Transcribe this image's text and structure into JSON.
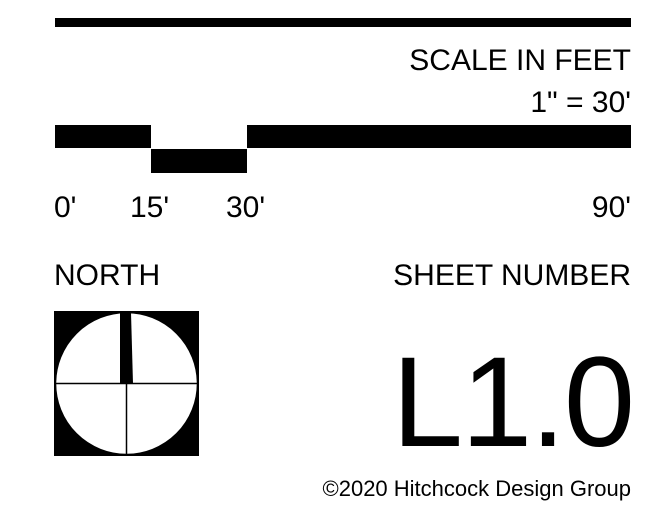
{
  "scale": {
    "title": "SCALE IN FEET",
    "ratio": "1\" = 30'",
    "ticks": [
      "0'",
      "15'",
      "30'",
      "90'"
    ]
  },
  "north": {
    "label": "NORTH"
  },
  "sheet": {
    "label": "SHEET NUMBER",
    "number": "L1.0"
  },
  "footer": {
    "copyright": "©2020 Hitchcock Design Group"
  }
}
